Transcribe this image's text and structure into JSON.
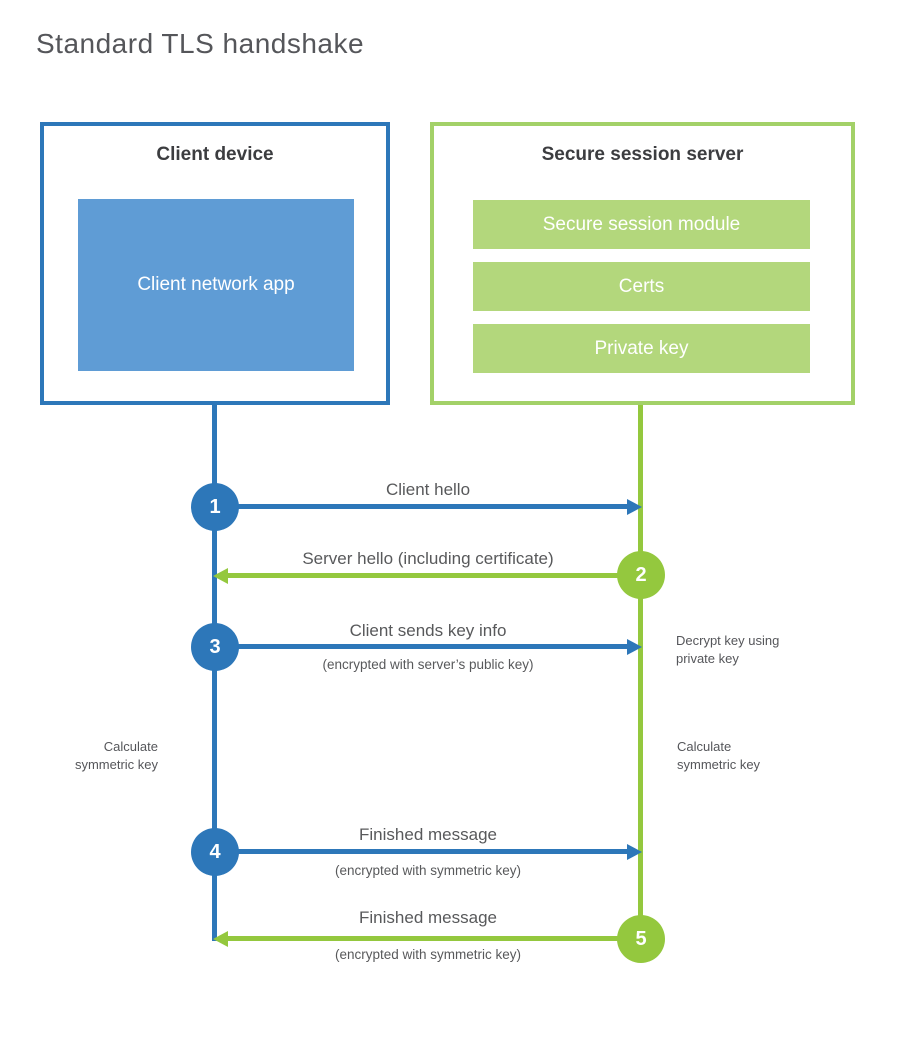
{
  "title": "Standard TLS handshake",
  "colors": {
    "client_blue": "#2d77b9",
    "client_fill_blue": "#5f9cd5",
    "server_green": "#94c83e",
    "server_border_green": "#a3d168",
    "server_fill_green": "#b3d77c"
  },
  "client_box": {
    "title": "Client device",
    "app_label": "Client network app"
  },
  "server_box": {
    "title": "Secure session server",
    "modules": [
      "Secure session module",
      "Certs",
      "Private key"
    ]
  },
  "steps": [
    {
      "number": "1",
      "from": "client",
      "to": "server",
      "label": "Client hello",
      "sublabel": ""
    },
    {
      "number": "2",
      "from": "server",
      "to": "client",
      "label": "Server hello (including certificate)",
      "sublabel": ""
    },
    {
      "number": "3",
      "from": "client",
      "to": "server",
      "label": "Client sends key info",
      "sublabel": "(encrypted with server’s public key)"
    },
    {
      "number": "4",
      "from": "client",
      "to": "server",
      "label": "Finished message",
      "sublabel": "(encrypted with symmetric key)"
    },
    {
      "number": "5",
      "from": "server",
      "to": "client",
      "label": "Finished message",
      "sublabel": "(encrypted with symmetric key)"
    }
  ],
  "annotations": {
    "decrypt_note": "Decrypt key using private key",
    "calc_symmetric_left": "Calculate symmetric key",
    "calc_symmetric_right": "Calculate symmetric key"
  }
}
